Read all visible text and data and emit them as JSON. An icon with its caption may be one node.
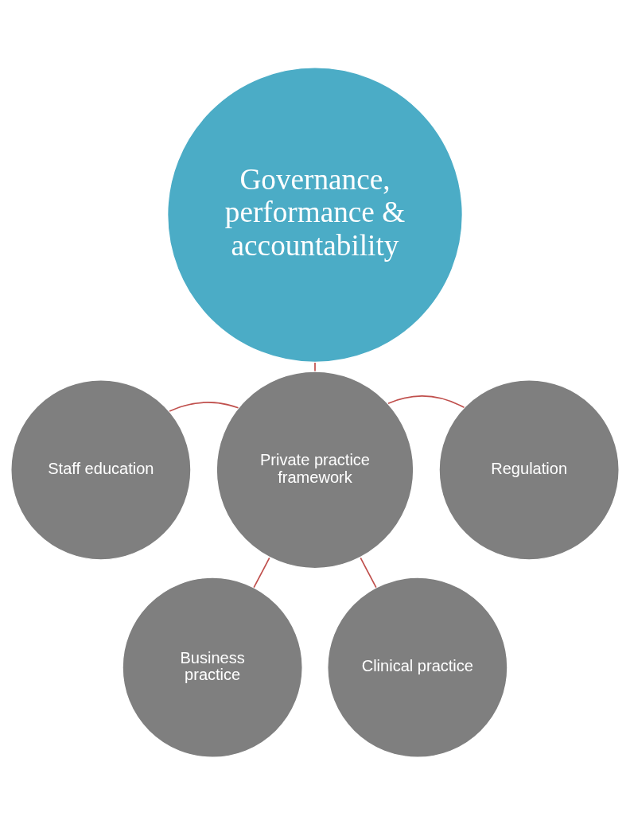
{
  "diagram": {
    "nodes": [
      {
        "text": [
          "Governance, performance & accountability"
        ]
      },
      {
        "text": [
          "Private practice framework"
        ]
      },
      {
        "text": [
          "Staff education"
        ]
      },
      {
        "text": [
          "Regulation"
        ]
      },
      {
        "text": [
          "Business practice"
        ]
      },
      {
        "text": [
          "Clinical practice"
        ]
      }
    ],
    "edges": [
      {
        "from": 1,
        "to": 0,
        "arrow": "none"
      },
      {
        "from": 1,
        "to": 2,
        "arrow": "none"
      },
      {
        "from": 1,
        "to": 3,
        "arrow": "none"
      },
      {
        "from": 1,
        "to": 4,
        "arrow": "none"
      },
      {
        "from": 1,
        "to": 5,
        "arrow": "none"
      }
    ]
  }
}
